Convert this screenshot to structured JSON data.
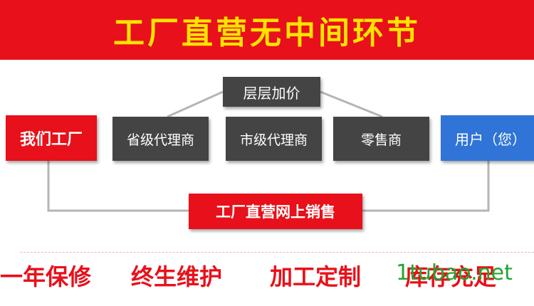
{
  "banner": {
    "title": "工厂直营无中间环节"
  },
  "diagram": {
    "markup": "层层加价",
    "source": "我们工厂",
    "intermediaries": [
      "省级代理商",
      "市级代理商",
      "零售商"
    ],
    "target": "用户（您）",
    "direct": "工厂直营网上销售"
  },
  "features": [
    "一年保修",
    "终生维护",
    "加工定制",
    "库存充足"
  ],
  "watermark": "1tubao.net",
  "colors": {
    "banner_red": "#e8101a",
    "banner_text": "#ffe400",
    "dark_box": "#444444",
    "user_blue": "#2f74d6",
    "watermark_green": "#22a52e"
  }
}
